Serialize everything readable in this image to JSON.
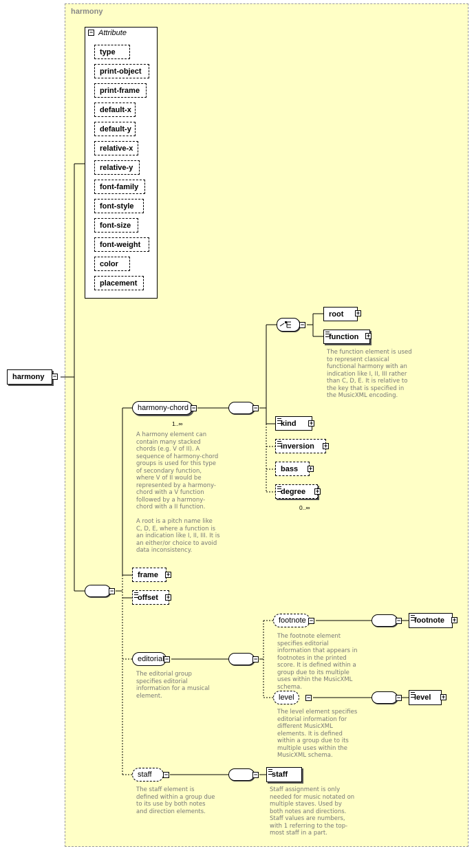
{
  "diagram_title": "harmony",
  "root_element": "harmony",
  "attribute_group": {
    "title": "Attribute",
    "items": [
      "type",
      "print-object",
      "print-frame",
      "default-x",
      "default-y",
      "relative-x",
      "relative-y",
      "font-family",
      "font-style",
      "font-size",
      "font-weight",
      "color",
      "placement"
    ]
  },
  "harmony_chord": {
    "label": "harmony-chord",
    "cardinality": "1..∞",
    "note": "A harmony element can contain many stacked chords (e.g. V of II). A sequence of harmony-chord groups is used for this type of secondary function, where V of II would be represented by a harmony-chord with a V function followed by a harmony-chord with a II function.\n\nA root is a pitch name like C, D, E, where a function is an indication like I, II, III. It is an either/or choice to avoid data inconsistency."
  },
  "choice_items": {
    "root": "root",
    "function": "function",
    "function_note": "The function element is used to represent classical functional harmony with an indication like I, II, III rather than C, D, E. It is relative to the key that is specified in the MusicXML encoding."
  },
  "chord_children": {
    "kind": "kind",
    "inversion": "inversion",
    "bass": "bass",
    "degree": "degree",
    "degree_cardinality": "0..∞"
  },
  "frame": "frame",
  "offset": "offset",
  "editorial": {
    "label": "editorial",
    "note": "The editorial group specifies editorial information for a musical element.",
    "footnote_group": "footnote",
    "footnote_note": "The footnote element specifies editorial information that appears in footnotes in the printed score. It is defined within a group due to its multiple uses within the MusicXML schema.",
    "footnote_element": "footnote",
    "level_group": "level",
    "level_note": "The level element specifies editorial information for different MusicXML elements. It is defined within a group due to its multiple uses within the MusicXML schema.",
    "level_element": "level"
  },
  "staff": {
    "label": "staff",
    "note": "The staff element is defined within a group due to its use by both notes and direction elements.",
    "element": "staff",
    "element_note": "Staff assignment is only needed for music notated on multiple staves. Used by both notes and directions. Staff values are numbers, with 1 referring to the top-most staff in a part."
  },
  "colors": {
    "background": "#ffffc6",
    "note_text": "#777777"
  }
}
